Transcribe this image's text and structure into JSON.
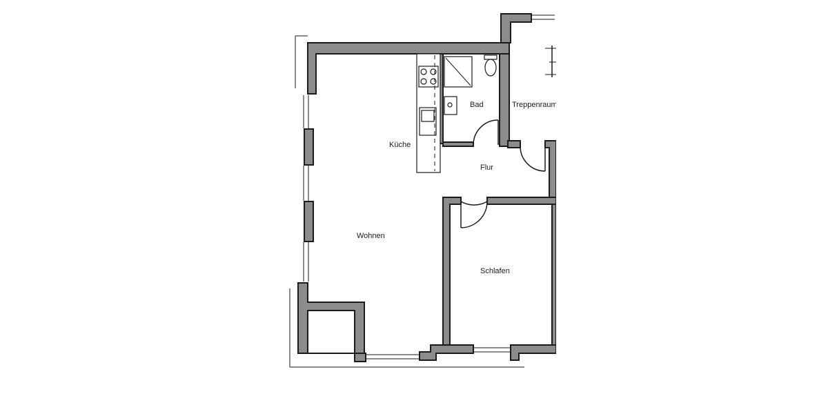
{
  "plan": {
    "rooms": {
      "wohnen": "Wohnen",
      "kueche": "Küche",
      "bad": "Bad",
      "flur": "Flur",
      "schlafen": "Schlafen",
      "treppenraum": "Treppenraum"
    },
    "colors": {
      "wall_fill": "#8c8c8c",
      "line": "#1a1a1a",
      "background": "#ffffff"
    }
  }
}
